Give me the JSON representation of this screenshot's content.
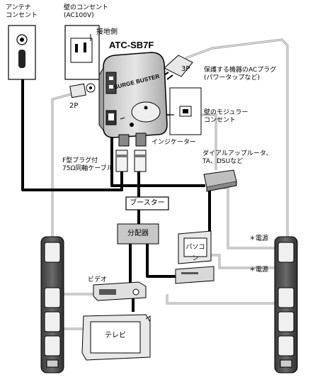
{
  "title": "ATC-SB7F",
  "brand": "SURGE BUSTER",
  "labels": {
    "antenna_outlet": [
      "アンテナ",
      "コンセント"
    ],
    "wall_outlet": [
      "壁のコンセント",
      "(AC100V)"
    ],
    "ground_side": "接地側",
    "plug_3p": "3P",
    "protected_device_plug": [
      "保護する機器のACプラグ",
      "(パワータップなど)"
    ],
    "plug_2p": "2P",
    "modular_outlet": [
      "壁のモジュラー",
      "コンセント"
    ],
    "indicator": "インジケーター",
    "coax_cable": [
      "F型プラグ付",
      "75Ω同軸ケーブル"
    ],
    "dialup_router": [
      "ダイアルアップルータ、",
      "TA、DSUなど"
    ],
    "booster": "ブースター",
    "splitter": "分配器",
    "pc": "パソコン",
    "power_1": "＊電源",
    "power_2": "＊電源",
    "video": "ビデオ",
    "tv": "テレビ"
  },
  "colors": {
    "device_body": "#d9d9d9",
    "device_dark": "#595959",
    "cable_black": "#000000",
    "cable_gray": "#a6a6a6",
    "box_fill": "#c8c8c8"
  }
}
